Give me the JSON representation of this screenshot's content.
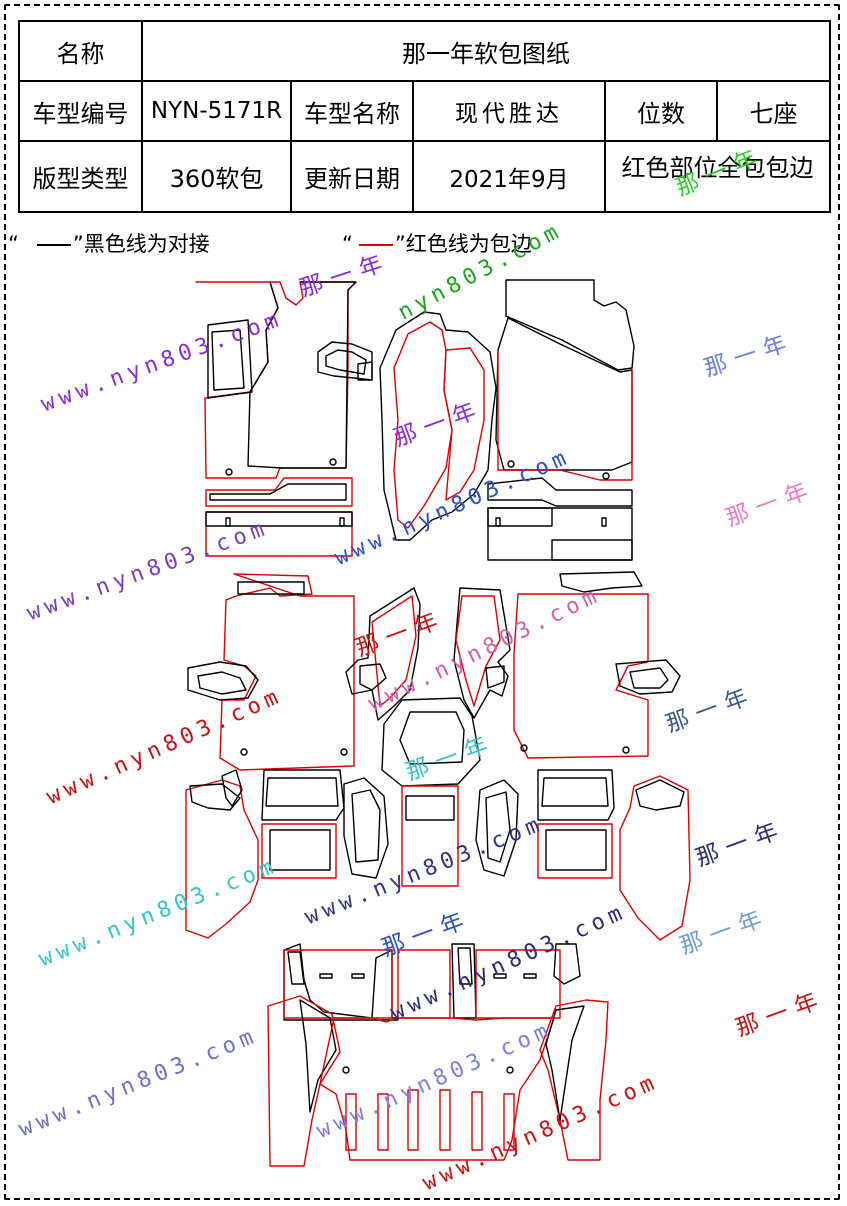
{
  "table": {
    "r1": {
      "label": "名称",
      "value": "那一年软包图纸"
    },
    "r2": {
      "label": "车型编号",
      "code": "NYN-5171R",
      "name_label": "车型名称",
      "name": "现代胜达",
      "seats_label": "位数",
      "seats": "七座"
    },
    "r3": {
      "label": "版型类型",
      "type": "360软包",
      "date_label": "更新日期",
      "date": "2021年9月",
      "note": "红色部位全包包边"
    }
  },
  "legend": {
    "black_open": "“",
    "black_text": "”黑色线为对接",
    "red_open": "“",
    "red_text": "”红色线为包边"
  },
  "colors": {
    "cut_line": "#000000",
    "edge_binding": "#e00000"
  },
  "watermarks": {
    "url": "www.nyn803.com",
    "url_partial": "nyn803.com",
    "url_partial2": "www.nyn803.com",
    "brand": "那一年"
  }
}
